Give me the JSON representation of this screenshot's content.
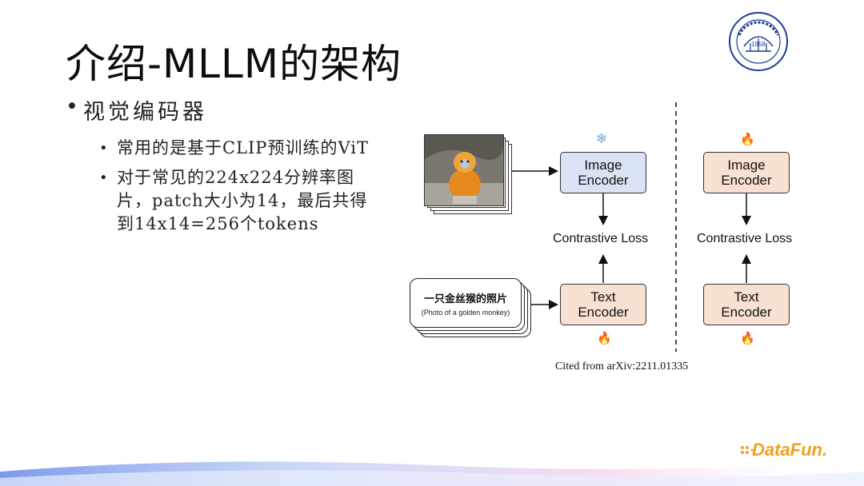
{
  "slide": {
    "title": "介绍-MLLM的架构",
    "bullet1": "视觉编码器",
    "sub_bullets": [
      "常用的是基于CLIP预训练的ViT",
      "对于常见的224x224分辨率图片，patch大小为14，最后共得到14x14=256个tokens"
    ],
    "logo_year": "1958",
    "brand": "DataFun."
  },
  "diagram": {
    "left": {
      "image_encoder": "Image\nEncoder",
      "text_encoder": "Text\nEncoder",
      "loss": "Contrastive Loss",
      "image_encoder_icon": "snowflake-icon",
      "text_encoder_icon": "flame-icon",
      "caption_zh": "一只金丝猴的照片",
      "caption_en": "(Photo of a golden monkey)"
    },
    "right": {
      "image_encoder": "Image\nEncoder",
      "text_encoder": "Text\nEncoder",
      "loss": "Contrastive Loss",
      "image_encoder_icon": "flame-icon",
      "text_encoder_icon": "flame-icon"
    },
    "citation": "Cited from arXiv:2211.01335"
  },
  "colors": {
    "frozen_box": "#dae3f3",
    "trainable_box": "#f8e0d2",
    "flame": "#f05a1a",
    "snowflake": "#7aa7d8",
    "brand": "#f0a020"
  }
}
